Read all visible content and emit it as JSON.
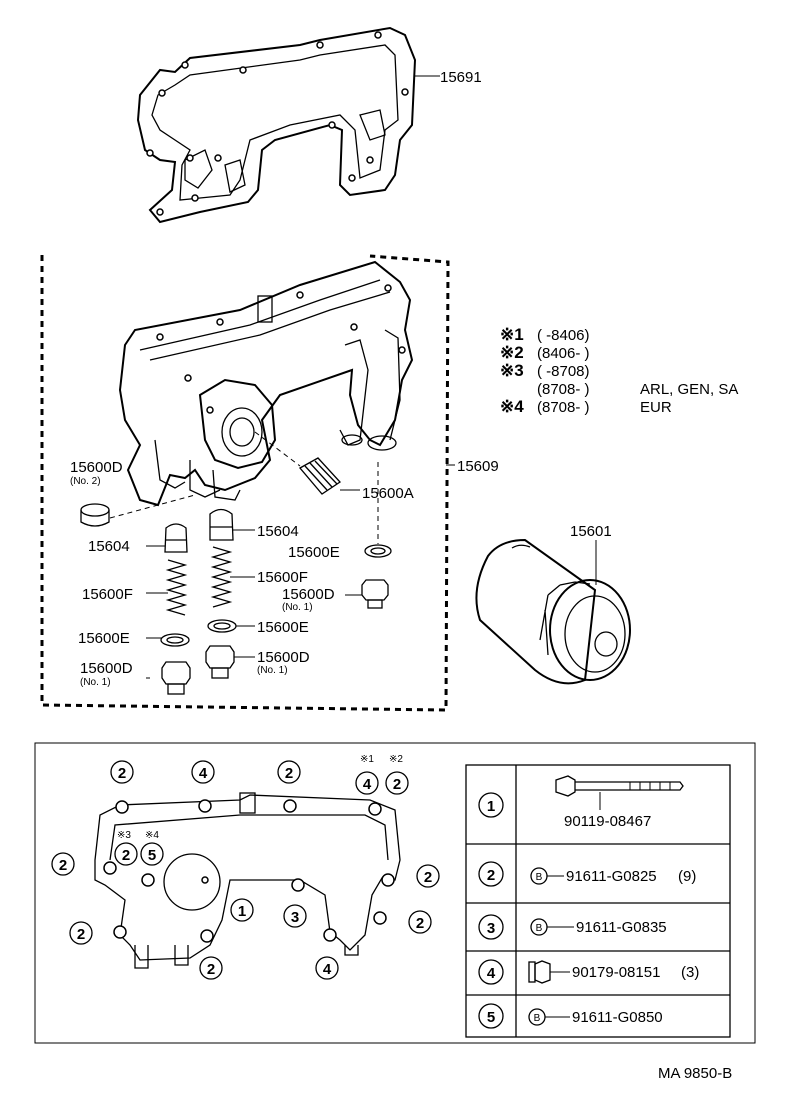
{
  "parts": {
    "p15691": "15691",
    "p15609": "15609",
    "p15600A": "15600A",
    "p15600D": "15600D",
    "no2": "(No. 2)",
    "no1": "(No. 1)",
    "p15604": "15604",
    "p15600E": "15600E",
    "p15600F": "15600F",
    "p15601": "15601"
  },
  "notes": [
    {
      "mark": "※1",
      "range": "(        -8406)",
      "extra": ""
    },
    {
      "mark": "※2",
      "range": "(8406-        )",
      "extra": ""
    },
    {
      "mark": "※3",
      "range": "(        -8708)",
      "extra": ""
    },
    {
      "mark": "",
      "range": "(8708-        )",
      "extra": "ARL, GEN, SA"
    },
    {
      "mark": "※4",
      "range": "(8708-        )",
      "extra": "EUR"
    }
  ],
  "bolt_callouts": {
    "c1": "1",
    "c2": "2",
    "c3": "3",
    "c4": "4",
    "c5": "5",
    "s1": "※1",
    "s2": "※2",
    "s3": "※3",
    "s4": "※4"
  },
  "bolt_table": [
    {
      "num": "1",
      "part": "90119-08467",
      "qty": ""
    },
    {
      "num": "2",
      "part": "91611-G0825",
      "qty": "(9)"
    },
    {
      "num": "3",
      "part": "91611-G0835",
      "qty": ""
    },
    {
      "num": "4",
      "part": "90179-08151",
      "qty": "(3)"
    },
    {
      "num": "5",
      "part": "91611-G0850",
      "qty": ""
    }
  ],
  "bolt_mark": "B",
  "figure_code": "MA 9850-B"
}
